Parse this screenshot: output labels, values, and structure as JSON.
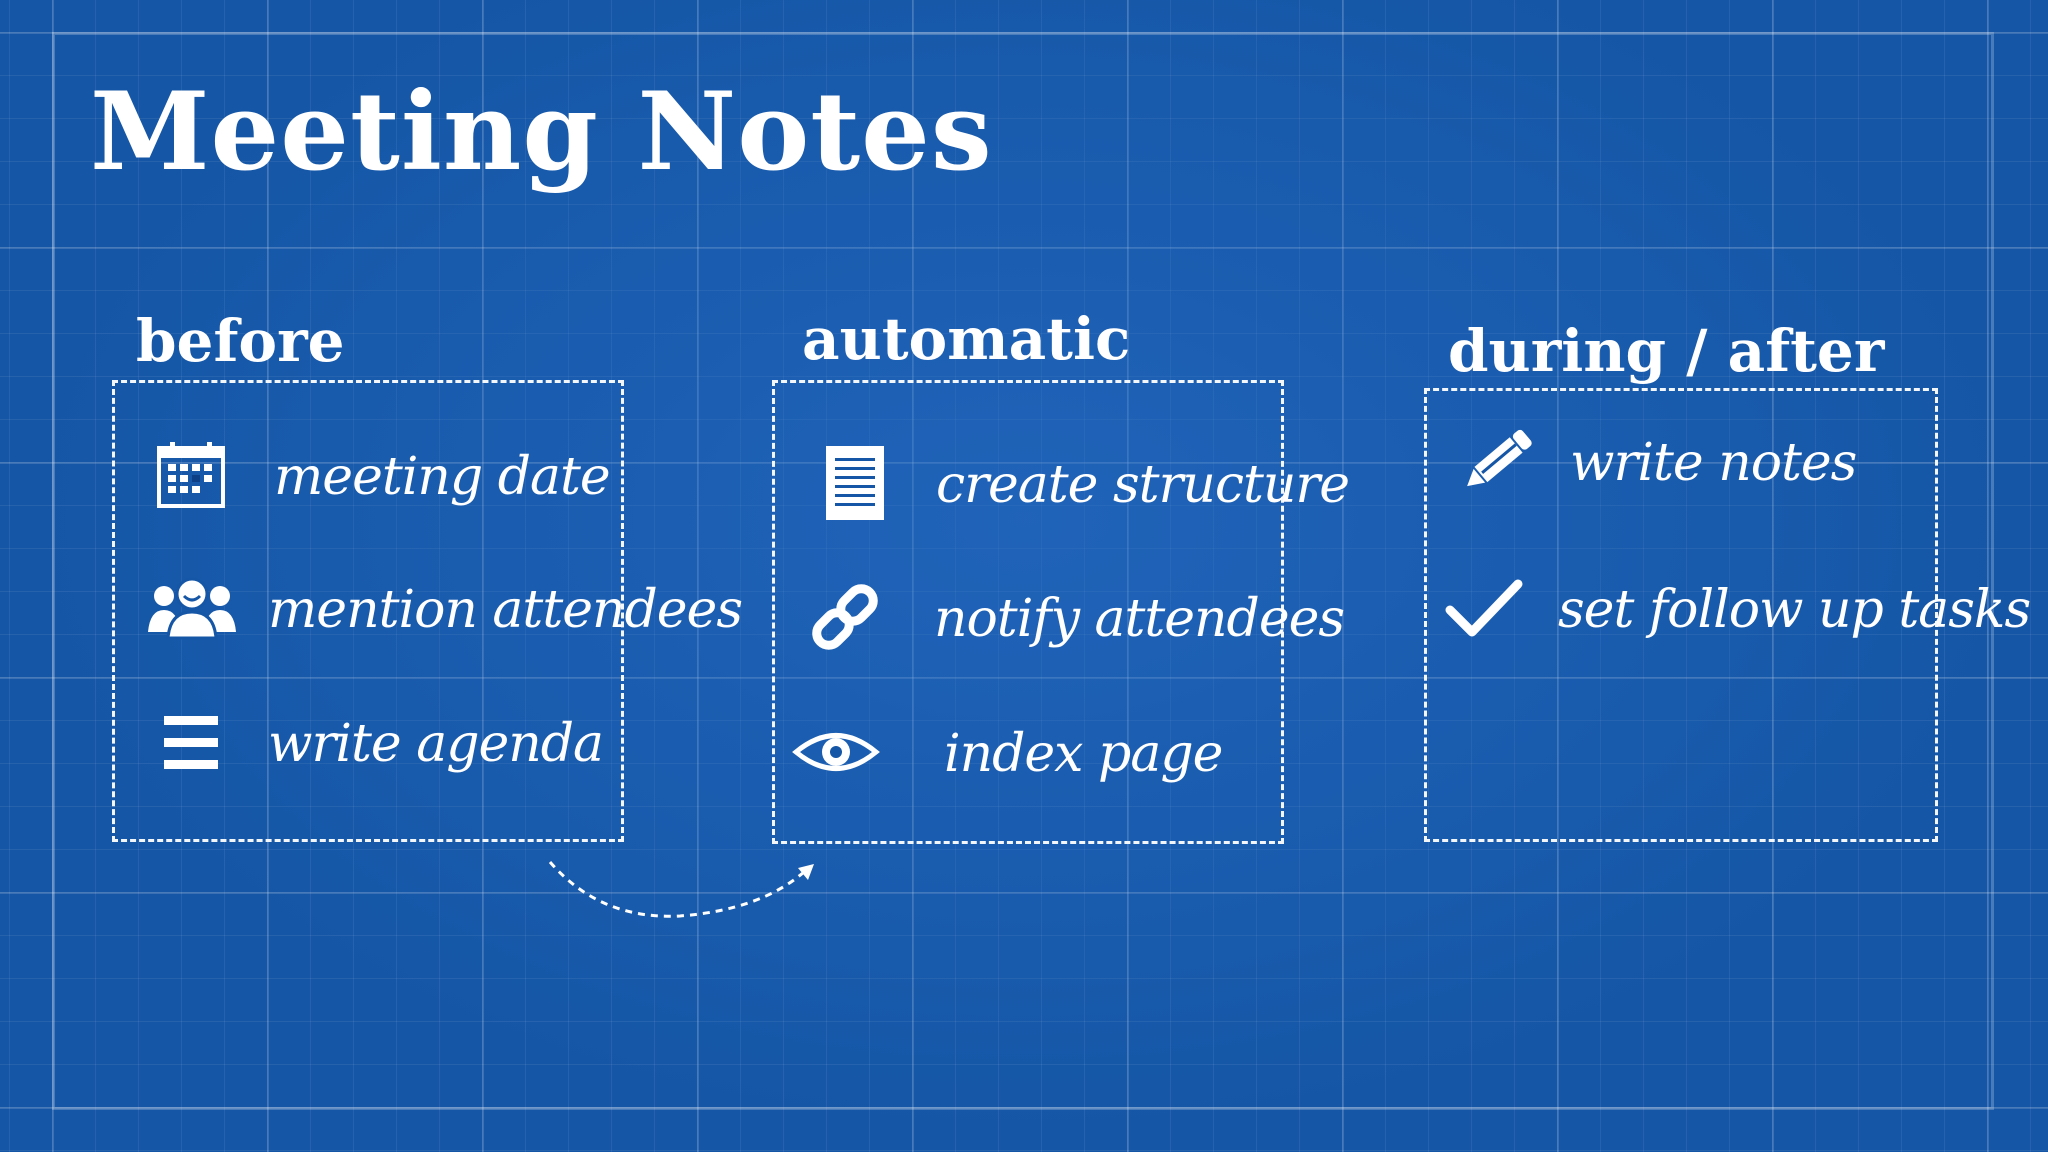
{
  "title": "Meeting Notes",
  "columns": [
    {
      "heading": "before",
      "items": [
        {
          "icon": "calendar-icon",
          "label": "meeting date"
        },
        {
          "icon": "people-icon",
          "label": "mention attendees"
        },
        {
          "icon": "list-icon",
          "label": "write agenda"
        }
      ]
    },
    {
      "heading": "automatic",
      "items": [
        {
          "icon": "document-icon",
          "label": "create structure"
        },
        {
          "icon": "link-icon",
          "label": "notify attendees"
        },
        {
          "icon": "eye-icon",
          "label": "index page"
        }
      ]
    },
    {
      "heading": "during / after",
      "items": [
        {
          "icon": "pencil-icon",
          "label": "write notes"
        },
        {
          "icon": "checkmark-icon",
          "label": "set follow up tasks"
        }
      ]
    }
  ],
  "colors": {
    "background": "#1556a6",
    "foreground": "#ffffff"
  }
}
